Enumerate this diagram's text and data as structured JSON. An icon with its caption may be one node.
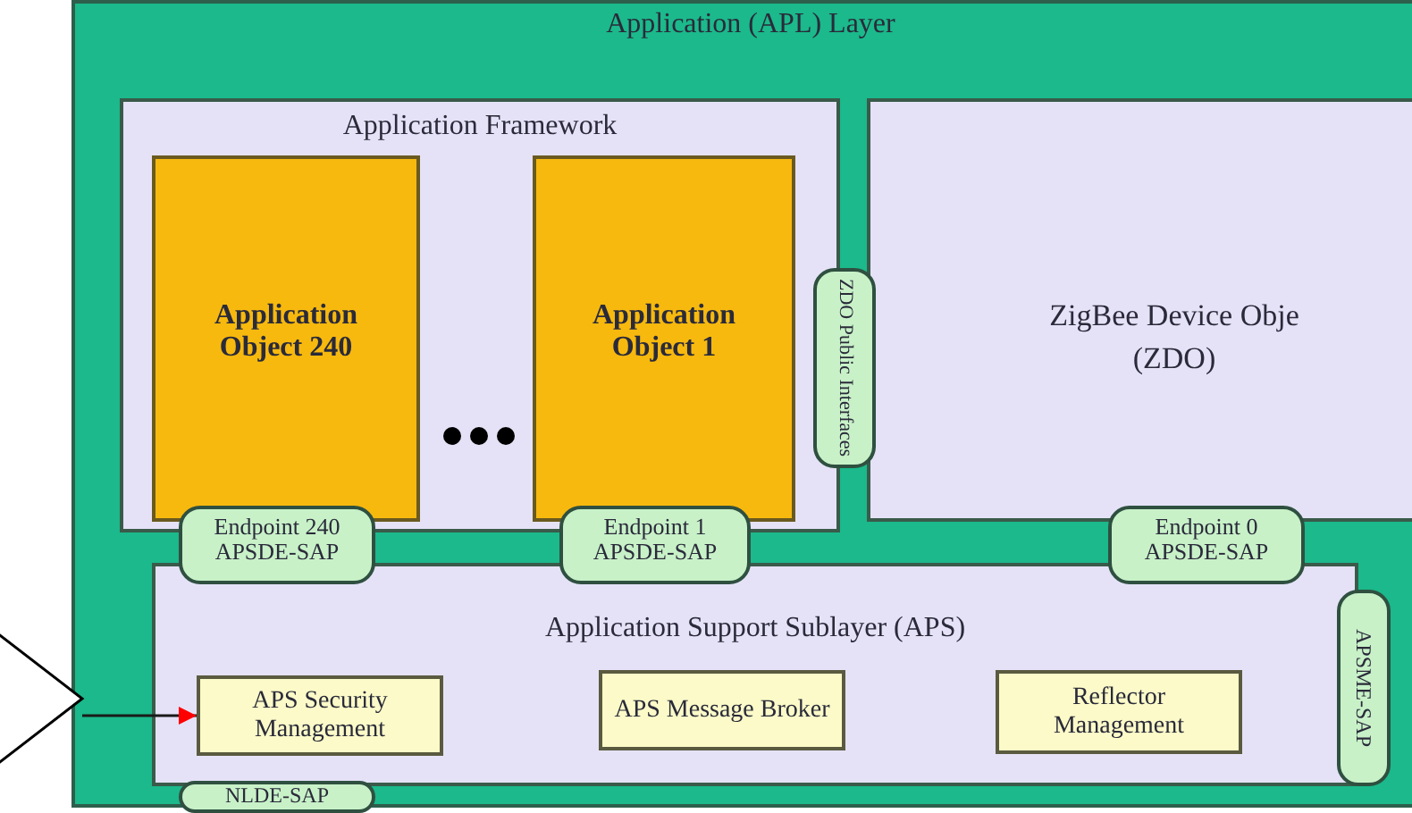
{
  "diagram": {
    "nodes": [
      {
        "text": [
          "Application (APL) Layer"
        ]
      },
      {
        "text": [
          "Application Framework"
        ],
        "in": 0
      },
      {
        "text": [
          "Application Object 240"
        ],
        "in": 1
      },
      {
        "text": [
          "Application Object 1"
        ],
        "in": 1
      },
      {
        "text": [
          "ZigBee Device Obje",
          "(ZDO)"
        ],
        "in": 0
      },
      {
        "text": [
          "ZDO Public Interfaces"
        ],
        "in": 0
      },
      {
        "text": [
          "Endpoint 240 APSDE-SAP"
        ],
        "in": 0
      },
      {
        "text": [
          "Endpoint 1 APSDE-SAP"
        ],
        "in": 0
      },
      {
        "text": [
          "Endpoint 0 APSDE-SAP"
        ],
        "in": 0
      },
      {
        "text": [
          "Application Support Sublayer (APS)"
        ],
        "in": 0
      },
      {
        "text": [
          "APS Security Management"
        ],
        "in": 9
      },
      {
        "text": [
          "APS Message Broker"
        ],
        "in": 9
      },
      {
        "text": [
          "Reflector Management"
        ],
        "in": 9
      },
      {
        "text": [
          "APSME-SAP"
        ],
        "in": 0
      },
      {
        "text": [
          "NLDE-SAP"
        ],
        "in": 0
      },
      {
        "text": [],
        "shape": "triangle"
      }
    ],
    "edges": [
      {
        "from": 15,
        "to": 10,
        "arrow": "to"
      }
    ]
  }
}
